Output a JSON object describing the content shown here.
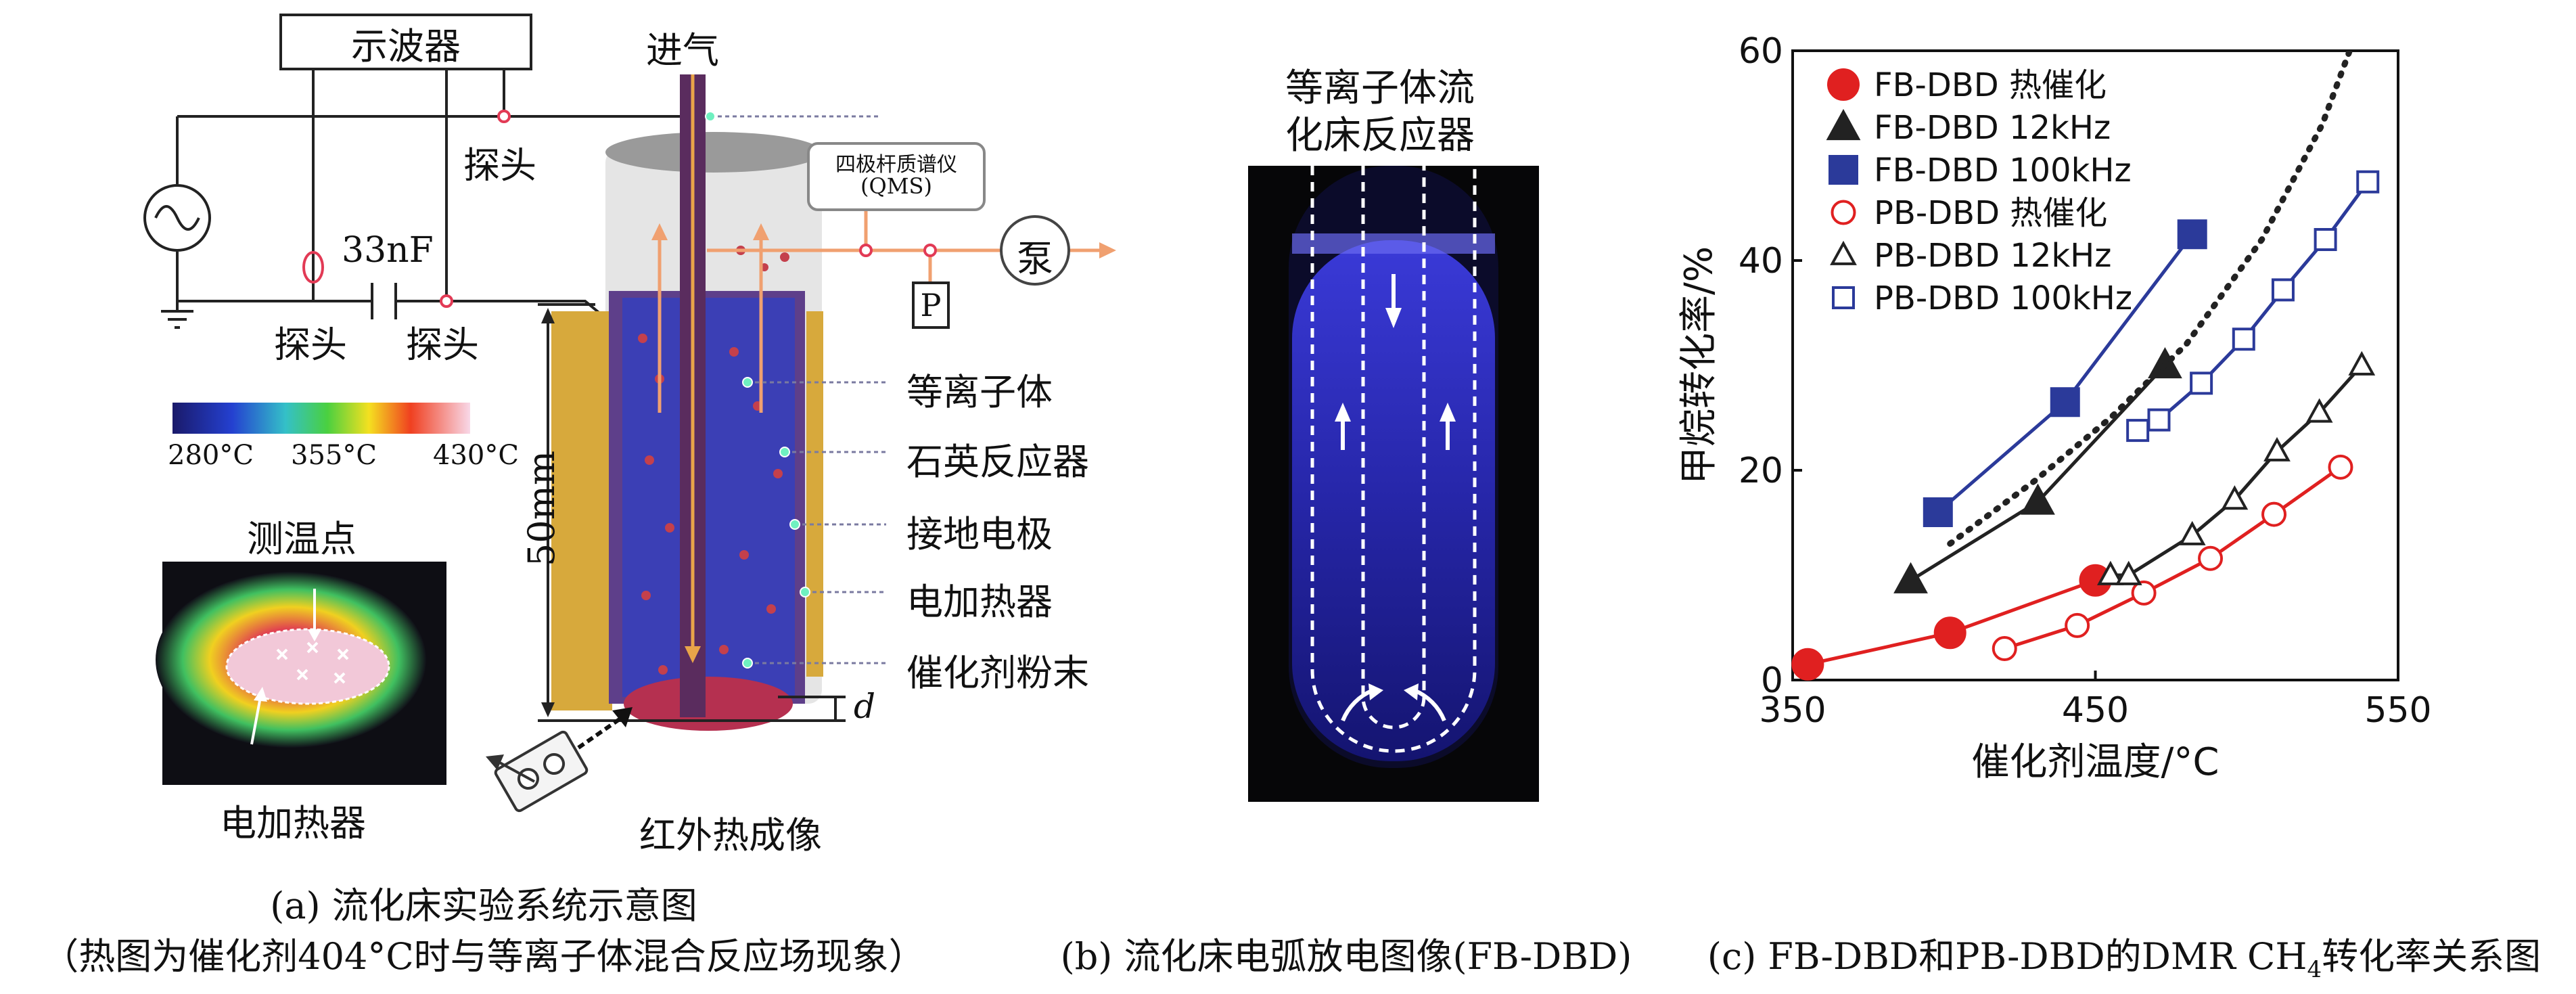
{
  "panel_a": {
    "oscilloscope": "示波器",
    "gas_inlet": "进气",
    "probe_top": "探头",
    "probe_left": "探头",
    "probe_right": "探头",
    "capacitor": "33nF",
    "qms_line1": "四极杆质谱仪",
    "qms_line2": "(QMS)",
    "pump": "泵",
    "pressure": "P",
    "label_plasma": "等离子体",
    "label_quartz": "石英反应器",
    "label_ground": "接地电极",
    "label_heater": "电加热器",
    "label_catalyst": "催化剂粉末",
    "height": "50mm",
    "gap": "d",
    "scale_min": "280°C",
    "scale_mid": "355°C",
    "scale_max": "430°C",
    "thermo_point": "测温点",
    "thermo_heater": "电加热器",
    "ir_camera": "红外热成像",
    "caption_line1": "(a) 流化床实验系统示意图",
    "caption_line2": "（热图为催化剂404°C时与等离子体混合反应场现象）"
  },
  "panel_b": {
    "title_line1": "等离子体流",
    "title_line2": "化床反应器",
    "caption": "(b) 流化床电弧放电图像(FB-DBD)"
  },
  "panel_c": {
    "caption_prefix": "(c) FB-DBD和PB-DBD的DMR CH",
    "caption_sub": "4",
    "caption_suffix": "转化率关系图"
  },
  "chart_data": {
    "type": "line",
    "xlabel": "催化剂温度/°C",
    "ylabel": "甲烷转化率/%",
    "xlim": [
      350,
      550
    ],
    "ylim": [
      0,
      60
    ],
    "xticks": [
      350,
      450,
      550
    ],
    "yticks": [
      0,
      20,
      40,
      60
    ],
    "legend_position": "top-left",
    "series": [
      {
        "name": "FB-DBD 热催化",
        "color": "#e02020",
        "marker": "circle",
        "filled": true,
        "x": [
          355,
          402,
          450
        ],
        "y": [
          1.5,
          4.5,
          9.5
        ]
      },
      {
        "name": "FB-DBD 12kHz",
        "color": "#222222",
        "marker": "triangle",
        "filled": true,
        "x": [
          389,
          431,
          473
        ],
        "y": [
          9.5,
          17,
          30
        ]
      },
      {
        "name": "FB-DBD 100kHz",
        "color": "#2b3a9a",
        "marker": "square",
        "filled": true,
        "x": [
          398,
          440,
          482
        ],
        "y": [
          16,
          26.5,
          42.5
        ]
      },
      {
        "name": "PB-DBD 热催化",
        "color": "#e02020",
        "marker": "circle",
        "filled": false,
        "x": [
          420,
          444,
          466,
          488,
          509,
          531
        ],
        "y": [
          3,
          5.2,
          8.3,
          11.6,
          15.8,
          20.3
        ]
      },
      {
        "name": "PB-DBD 12kHz",
        "color": "#222222",
        "marker": "triangle",
        "filled": false,
        "x": [
          455,
          461,
          482,
          496,
          510,
          524,
          538
        ],
        "y": [
          10,
          10,
          13.8,
          17.2,
          21.8,
          25.5,
          30
        ]
      },
      {
        "name": "PB-DBD 100kHz",
        "color": "#2b3a9a",
        "marker": "square",
        "filled": false,
        "x": [
          464,
          471,
          485,
          499,
          512,
          526,
          540
        ],
        "y": [
          23.8,
          24.8,
          28.3,
          32.5,
          37.2,
          42,
          47.5
        ]
      },
      {
        "name": "",
        "color": "#222222",
        "marker": "none",
        "dashed": true,
        "x": [
          402,
          430,
          455,
          480,
          505,
          525,
          534
        ],
        "y": [
          13,
          19,
          25,
          32,
          42,
          53,
          60
        ]
      }
    ]
  }
}
